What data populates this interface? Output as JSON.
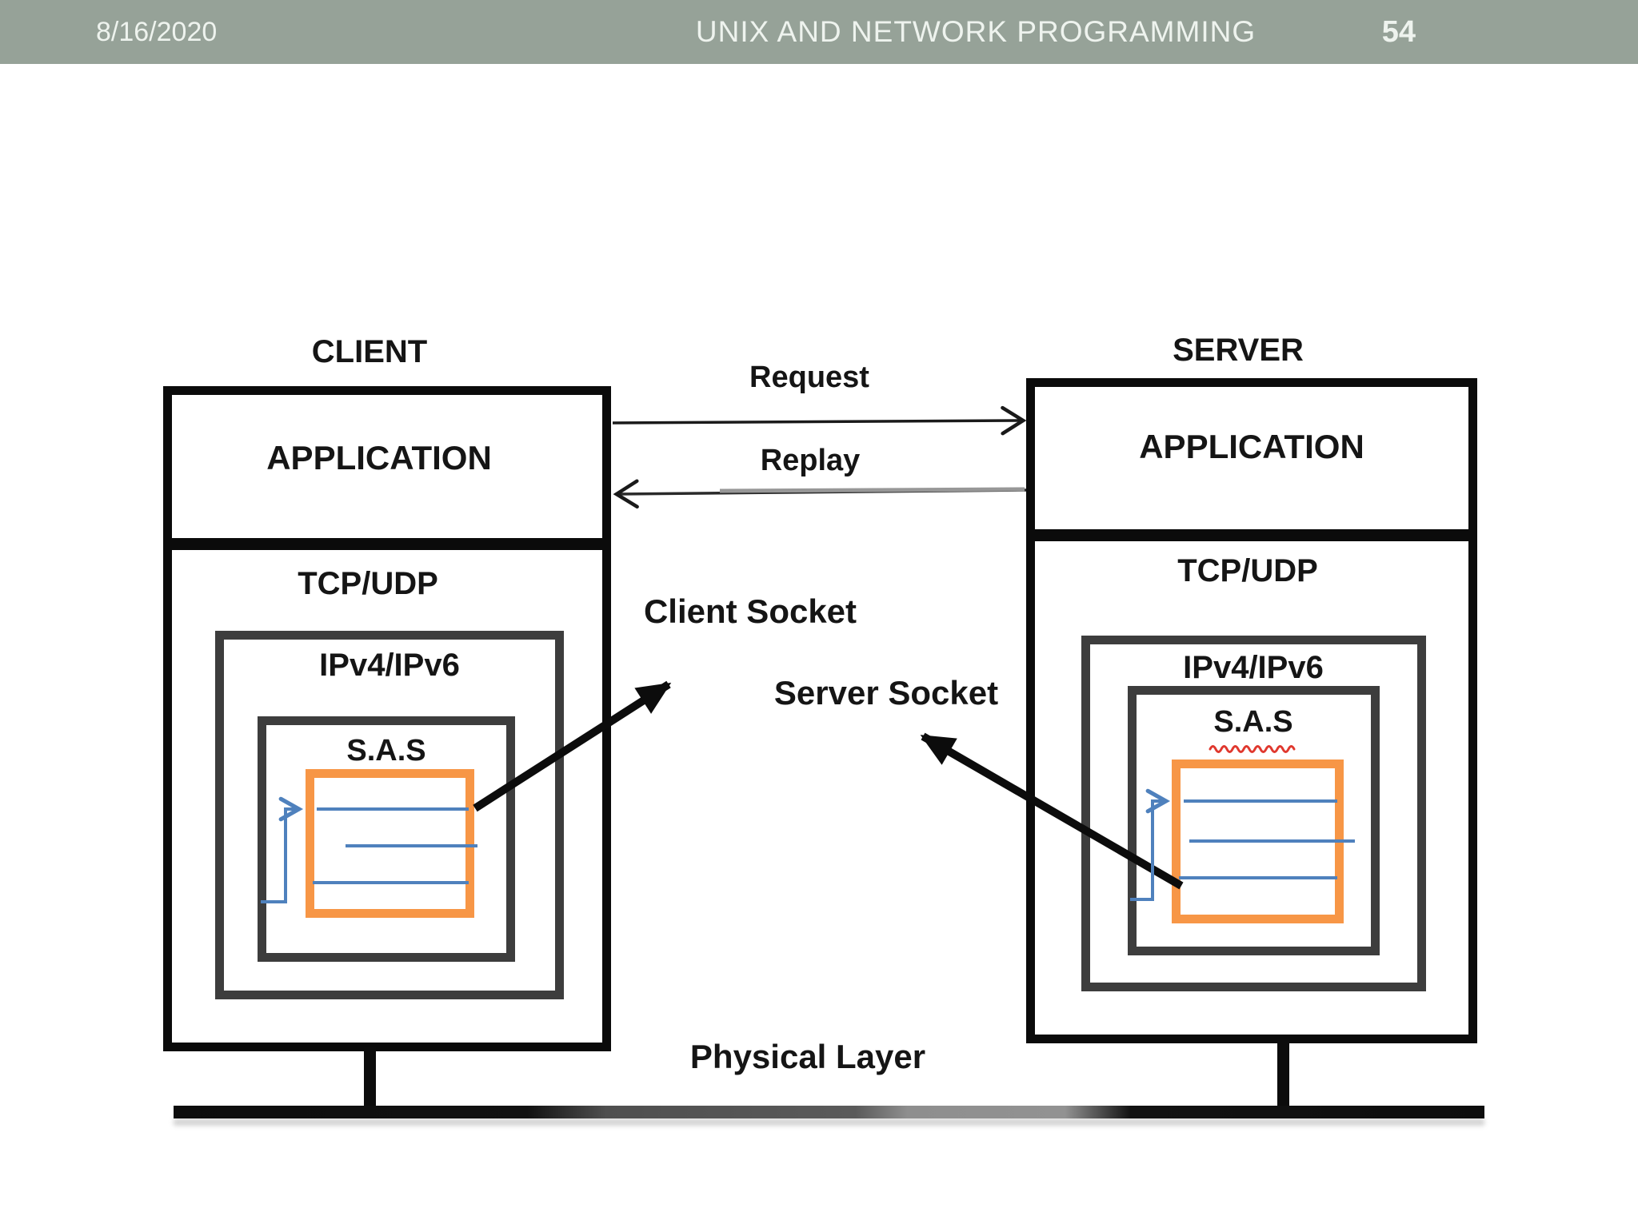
{
  "header": {
    "date": "8/16/2020",
    "title": "UNIX AND NETWORK PROGRAMMING",
    "page_number": "54"
  },
  "diagram": {
    "client": {
      "title": "CLIENT",
      "application_label": "APPLICATION",
      "tcp_label": "TCP/UDP",
      "ip_label": "IPv4/IPv6",
      "sas_label": "S.A.S"
    },
    "server": {
      "title": "SERVER",
      "application_label": "APPLICATION",
      "tcp_label": "TCP/UDP",
      "ip_label": "IPv4/IPv6",
      "sas_label": "S.A.S"
    },
    "arrows": {
      "request_label": "Request",
      "replay_label": "Replay",
      "client_socket_label": "Client Socket",
      "server_socket_label": "Server Socket"
    },
    "physical_layer_label": "Physical Layer",
    "colors": {
      "header_bg": "#96a298",
      "header_text": "#eef3ee",
      "box_border_black": "#0b0b0b",
      "box_border_dark_gray": "#3d3d3d",
      "accent_orange": "#f79646",
      "accent_blue": "#4f81bd",
      "squiggle_red": "#e0382e"
    }
  }
}
